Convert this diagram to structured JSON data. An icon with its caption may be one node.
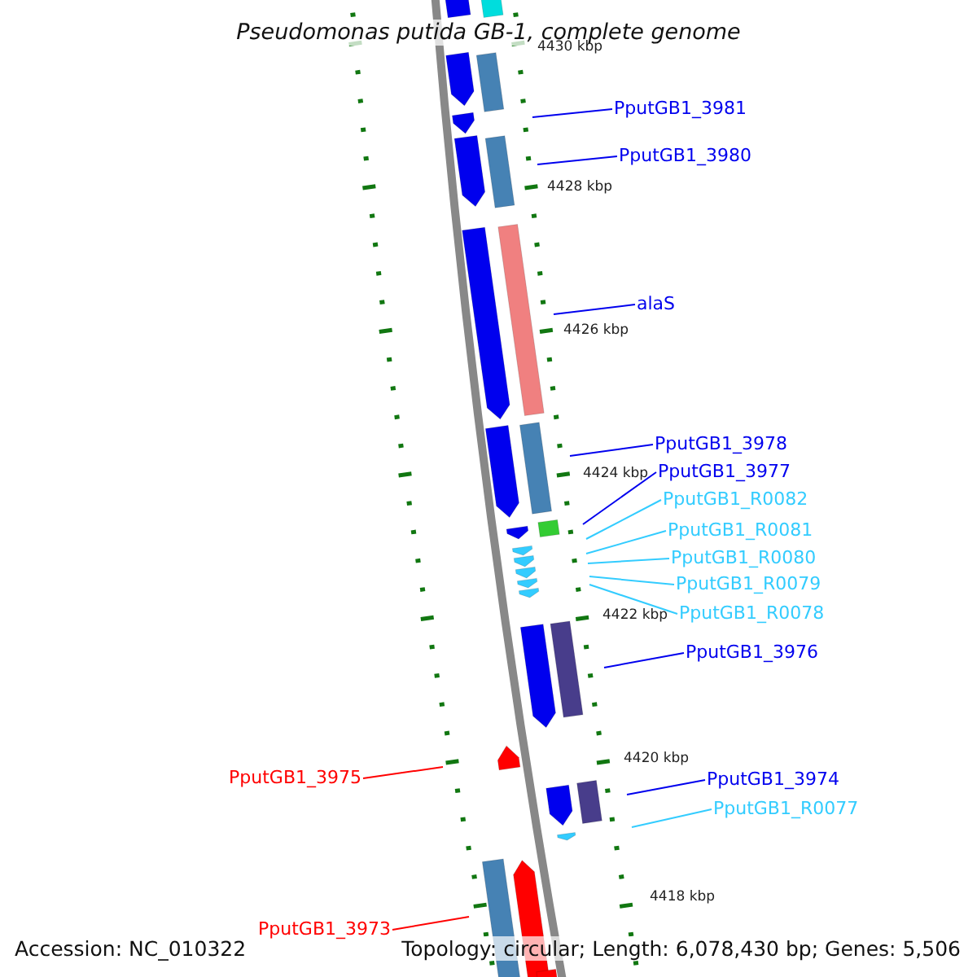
{
  "diagram": {
    "title": "Pseudomonas putida GB-1, complete genome",
    "nodes": [
      {
        "text": [
          "PputGB1_3981"
        ]
      },
      {
        "text": [
          "PputGB1_3980"
        ]
      },
      {
        "text": [
          "alaS"
        ]
      },
      {
        "text": [
          "PputGB1_3978"
        ]
      },
      {
        "text": [
          "PputGB1_3977"
        ]
      },
      {
        "text": [
          "PputGB1_R0082"
        ]
      },
      {
        "text": [
          "PputGB1_R0081"
        ]
      },
      {
        "text": [
          "PputGB1_R0080"
        ]
      },
      {
        "text": [
          "PputGB1_R0079"
        ]
      },
      {
        "text": [
          "PputGB1_R0078"
        ]
      },
      {
        "text": [
          "PputGB1_3976"
        ]
      },
      {
        "text": [
          "PputGB1_3975"
        ]
      },
      {
        "text": [
          "PputGB1_3974"
        ]
      },
      {
        "text": [
          "PputGB1_R0077"
        ]
      },
      {
        "text": [
          "PputGB1_3973"
        ]
      }
    ],
    "edges": [
      {
        "from": 0,
        "to": null,
        "arrow": "none"
      },
      {
        "from": 1,
        "to": null,
        "arrow": "none"
      },
      {
        "from": 2,
        "to": null,
        "arrow": "none"
      },
      {
        "from": 3,
        "to": null,
        "arrow": "none"
      },
      {
        "from": 4,
        "to": null,
        "arrow": "none"
      },
      {
        "from": 5,
        "to": null,
        "arrow": "none",
        "color": "#33ccff"
      },
      {
        "from": 6,
        "to": null,
        "arrow": "none",
        "color": "#33ccff"
      },
      {
        "from": 7,
        "to": null,
        "arrow": "none",
        "color": "#33ccff"
      },
      {
        "from": 8,
        "to": null,
        "arrow": "none",
        "color": "#33ccff"
      },
      {
        "from": 9,
        "to": null,
        "arrow": "none",
        "color": "#33ccff"
      },
      {
        "from": 10,
        "to": null,
        "arrow": "none"
      },
      {
        "from": 11,
        "to": null,
        "arrow": "none",
        "color": "#ff0000"
      },
      {
        "from": 12,
        "to": null,
        "arrow": "none"
      },
      {
        "from": 13,
        "to": null,
        "arrow": "none",
        "color": "#33ccff"
      },
      {
        "from": 14,
        "to": null,
        "arrow": "none",
        "color": "#ff0000"
      }
    ],
    "labels": [
      "4430 kbp",
      "4428 kbp",
      "4426 kbp",
      "4424 kbp",
      "4422 kbp",
      "4420 kbp",
      "4418 kbp",
      "Accession: NC_010322",
      "Topology: circular; Length: 6,078,430 bp; Genes: 5,506"
    ]
  }
}
